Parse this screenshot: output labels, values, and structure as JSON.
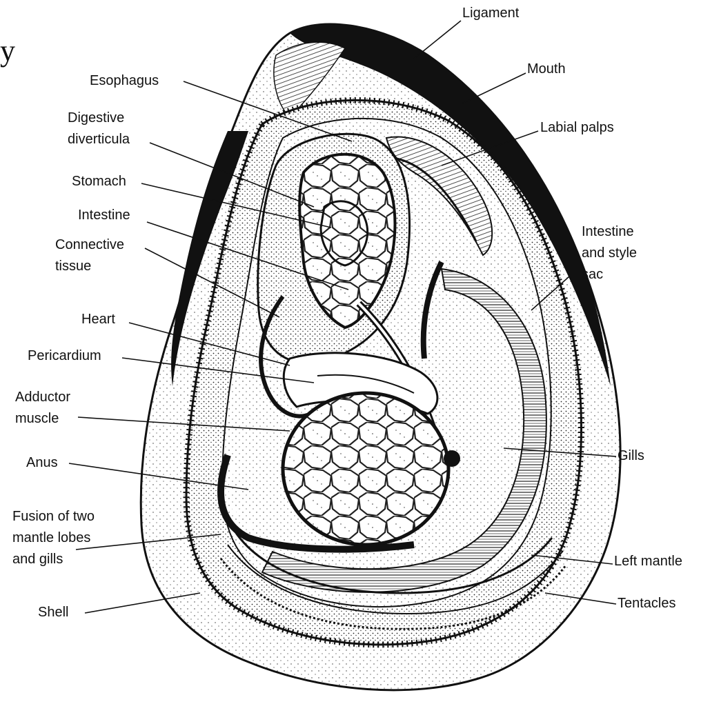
{
  "stray_glyph": "y",
  "labels": {
    "ligament": "Ligament",
    "mouth": "Mouth",
    "labial_palps": "Labial palps",
    "esophagus": "Esophagus",
    "digestive_diverticula": [
      "Digestive",
      "diverticula"
    ],
    "stomach": "Stomach",
    "intestine": "Intestine",
    "connective_tissue": [
      "Connective",
      "tissue"
    ],
    "intestine_style_sac": [
      "Intestine",
      "and style",
      "sac"
    ],
    "heart": "Heart",
    "pericardium": "Pericardium",
    "adductor_muscle": [
      "Adductor",
      "muscle"
    ],
    "anus": "Anus",
    "gills": "Gills",
    "fusion": [
      "Fusion of two",
      "mantle lobes",
      "and gills"
    ],
    "left_mantle": "Left mantle",
    "tentacles": "Tentacles",
    "shell": "Shell"
  },
  "colors": {
    "ink": "#111111",
    "paper": "#ffffff",
    "shell_fill": "#f3f3f3"
  }
}
